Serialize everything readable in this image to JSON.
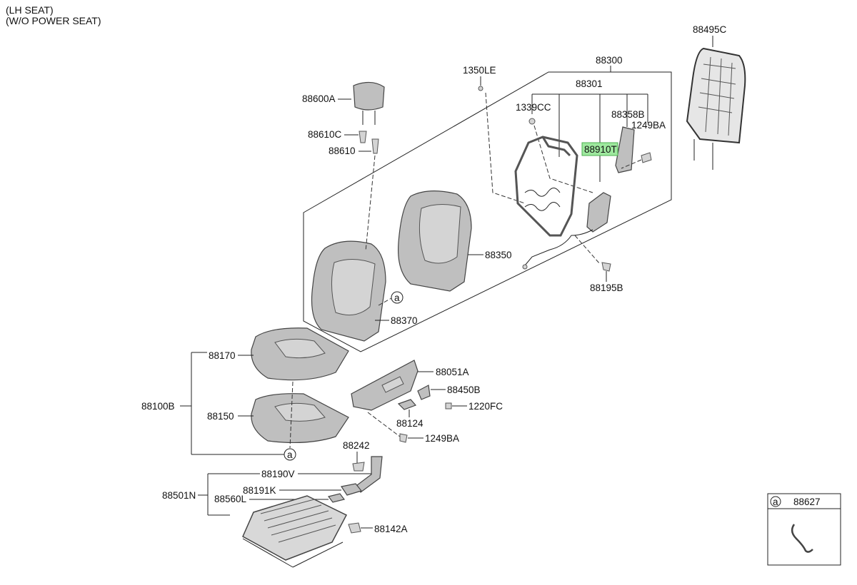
{
  "header": {
    "line1": "(LH SEAT)",
    "line2": "(W/O POWER SEAT)"
  },
  "labels": {
    "p88495C": "88495C",
    "p88300": "88300",
    "p1350LE": "1350LE",
    "p88301": "88301",
    "p88600A": "88600A",
    "p1339CC": "1339CC",
    "p88358B": "88358B",
    "p1249BA_top": "1249BA",
    "p88610C": "88610C",
    "p88910T": "88910T",
    "p88610": "88610",
    "p88350": "88350",
    "p88195B": "88195B",
    "circle_a_upper": "a",
    "p88370": "88370",
    "p88170": "88170",
    "p88051A": "88051A",
    "p88450B": "88450B",
    "p88100B": "88100B",
    "p1220FC": "1220FC",
    "p88150": "88150",
    "p88124": "88124",
    "p1249BA_bottom": "1249BA",
    "circle_a_lower": "a",
    "p88242": "88242",
    "p88190V": "88190V",
    "p88501N": "88501N",
    "p88191K": "88191K",
    "p88560L": "88560L",
    "p88142A": "88142A"
  },
  "legend_box": {
    "marker": "a",
    "part": "88627"
  },
  "colors": {
    "highlight": "#9ee89e",
    "part_fill": "#bfbfbf"
  }
}
